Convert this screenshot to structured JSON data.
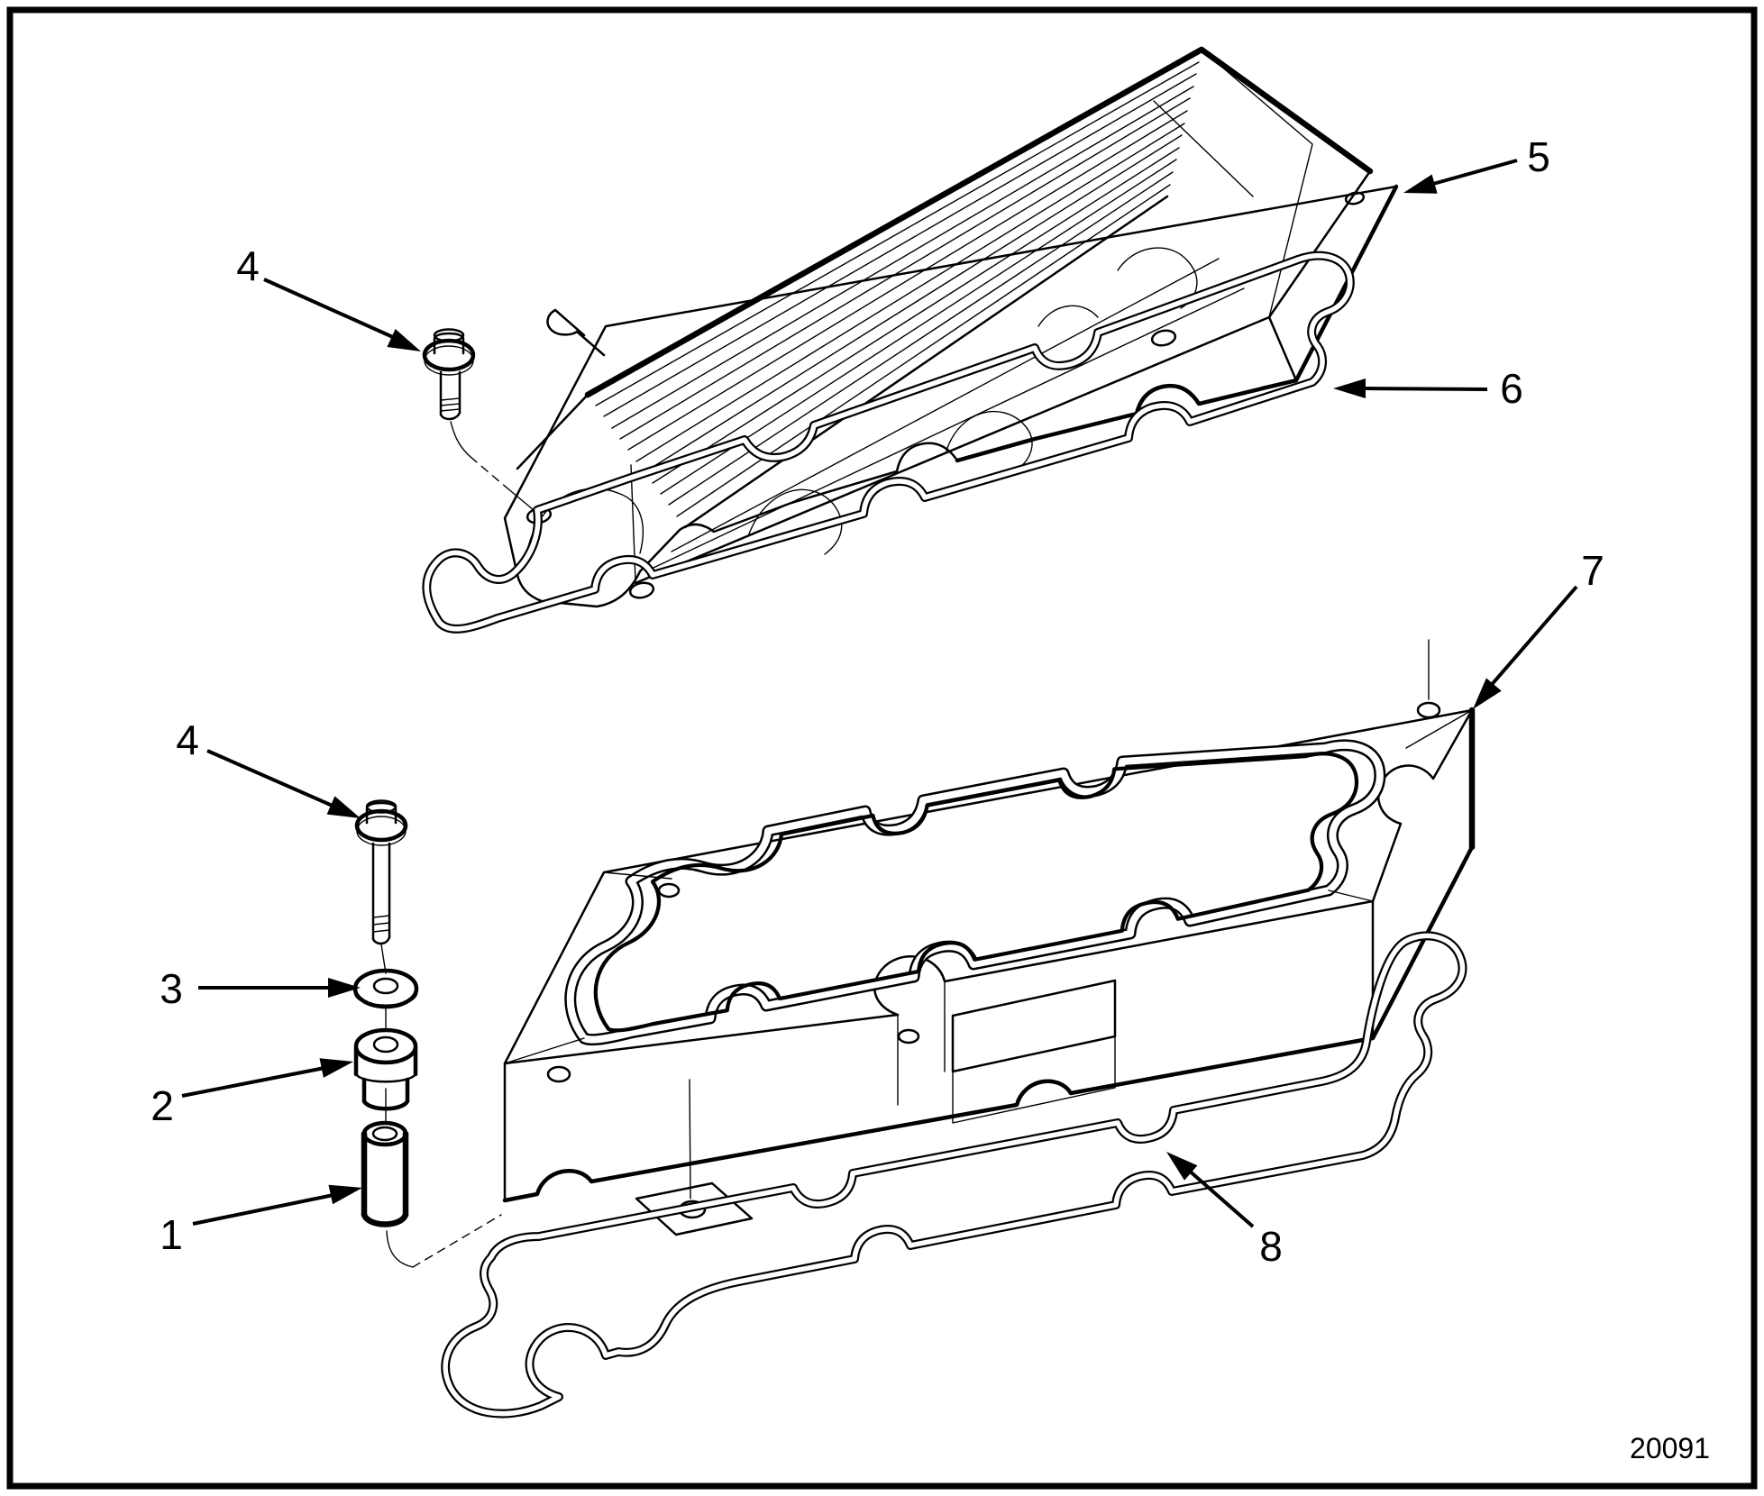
{
  "figure": {
    "drawing_number": "20091",
    "callouts": [
      {
        "label": "1"
      },
      {
        "label": "2"
      },
      {
        "label": "3"
      },
      {
        "label": "4"
      },
      {
        "label": "4"
      },
      {
        "label": "5"
      },
      {
        "label": "6"
      },
      {
        "label": "7"
      },
      {
        "label": "8"
      }
    ]
  }
}
